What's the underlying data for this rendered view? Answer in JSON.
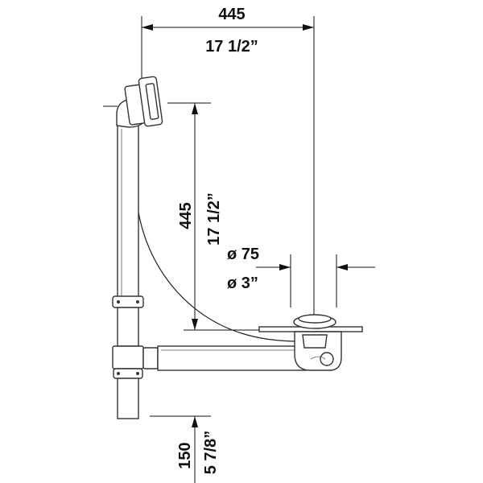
{
  "dimensions": {
    "top_width": {
      "mm": "445",
      "inch": "17 1/2”"
    },
    "overflow_height": {
      "mm": "445",
      "inch": "17 1/2”"
    },
    "drain_diameter": {
      "mm": "ø 75",
      "inch": "ø 3”"
    },
    "bottom_height": {
      "mm": "150",
      "inch": "5 7/8”"
    }
  },
  "parts": {
    "overflow_head": "overflow-fitting",
    "vertical_pipe": "vertical-drain-pipe",
    "horizontal_pipe": "horizontal-drain-pipe",
    "drain_valve": "drain-valve",
    "bowden_cable": "cable"
  }
}
